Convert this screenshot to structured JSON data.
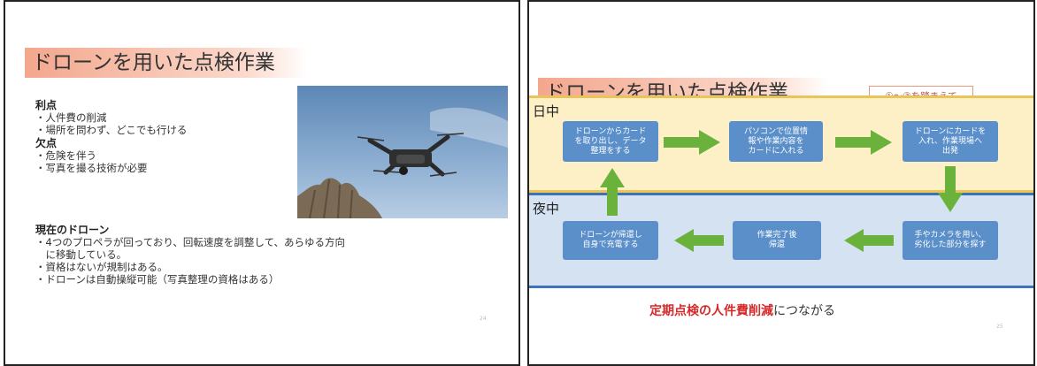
{
  "left_slide": {
    "title": "ドローンを用いた点検作業",
    "pros_heading": "利点",
    "pros": [
      "・人件費の削減",
      "・場所を問わず、どこでも行ける"
    ],
    "cons_heading": "欠点",
    "cons": [
      "・危険を伴う",
      "・写真を撮る技術が必要"
    ],
    "current_heading": "現在のドローン",
    "current": [
      "・4つのプロペラが回っており、回転速度を調整して、あらゆる方向",
      "　に移動している。",
      "・資格はないが規制はある。",
      "・ドローンは自動操縦可能（写真整理の資格はある）"
    ],
    "page_number": "24"
  },
  "right_slide": {
    "title": "ドローンを用いた点検作業",
    "tag": "①〜③を踏まえて",
    "day_label": "日中",
    "night_label": "夜中",
    "day_steps": [
      "ドローンからカード\nを取り出し、データ\n整理をする",
      "パソコンで位置情\n報や作業内容を\nカードに入れる",
      "ドローンにカードを\n入れ、作業現場へ\n出発"
    ],
    "night_steps": [
      "ドローンが帰還し\n自身で充電する",
      "作業完了後\n帰還",
      "手やカメラを用い、\n劣化した部分を探す"
    ],
    "conclusion_highlight": "定期点検の人件費削減",
    "conclusion_rest": "につながる",
    "page_number": "25"
  },
  "colors": {
    "title_band": "#f3a78d",
    "step_box": "#5a8fca",
    "arrow": "#6ab23c",
    "day_band": "#fdf0c6",
    "night_band": "#d5e2f1",
    "highlight": "#d62828"
  }
}
